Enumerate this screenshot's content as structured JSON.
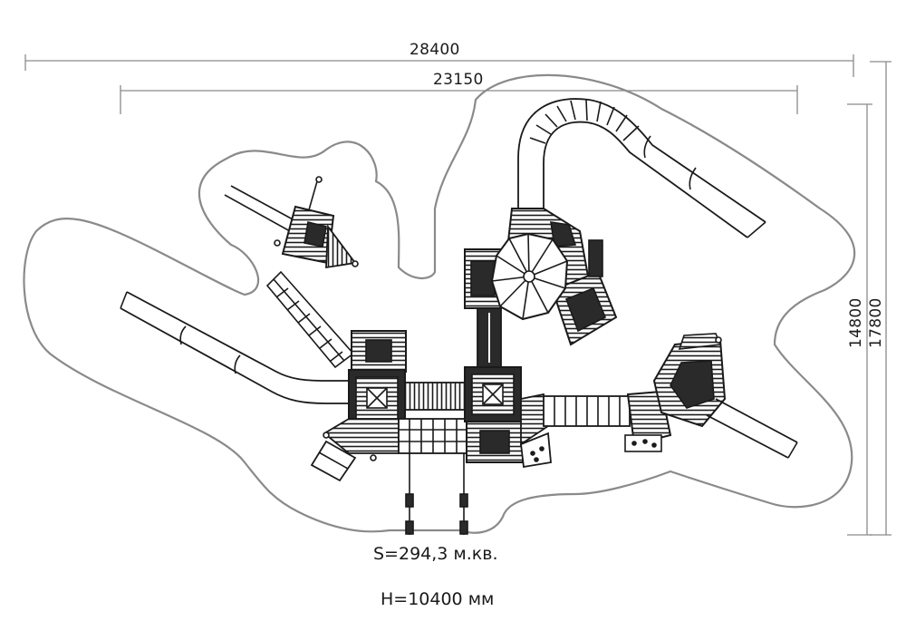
{
  "dimensions": {
    "overall_width": "28400",
    "equipment_width": "23150",
    "equipment_depth": "14800",
    "overall_depth": "17800"
  },
  "captions": {
    "area": "S=294,3 м.кв.",
    "height": "H=10400 мм"
  },
  "colors": {
    "line": "#1a1a1a",
    "zone": "#8a8a8a",
    "dark_fill": "#2a2a2a",
    "background": "#ffffff"
  }
}
